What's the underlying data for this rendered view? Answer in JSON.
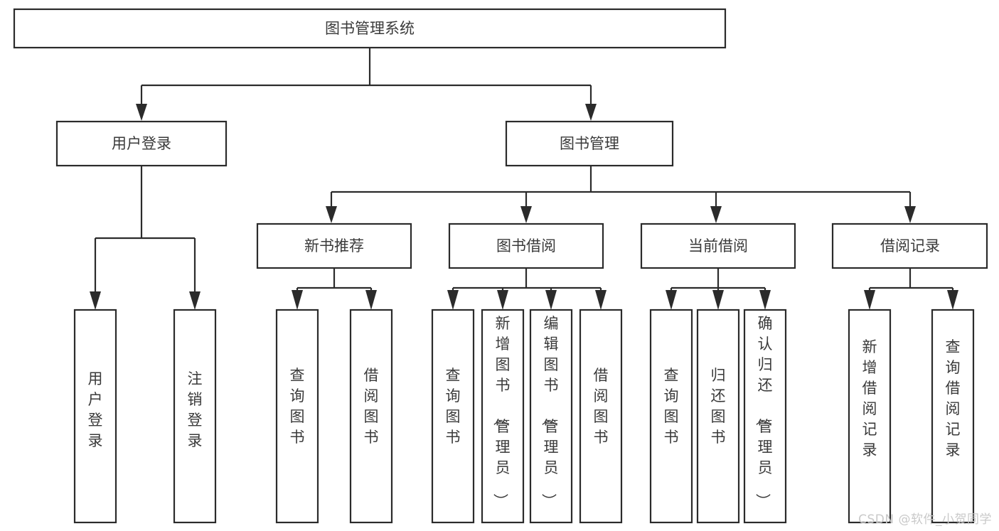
{
  "diagram": {
    "title": "图书管理系统",
    "type": "tree-hierarchy",
    "root": {
      "id": "root",
      "label": "图书管理系统",
      "orientation": "horizontal"
    },
    "level1": [
      {
        "id": "user-login",
        "label": "用户登录",
        "orientation": "horizontal"
      },
      {
        "id": "book-management",
        "label": "图书管理",
        "orientation": "horizontal"
      }
    ],
    "level2": [
      {
        "id": "new-book-recommend",
        "label": "新书推荐",
        "orientation": "horizontal",
        "parent": "book-management"
      },
      {
        "id": "book-borrow",
        "label": "图书借阅",
        "orientation": "horizontal",
        "parent": "book-management"
      },
      {
        "id": "current-borrow",
        "label": "当前借阅",
        "orientation": "horizontal",
        "parent": "book-management"
      },
      {
        "id": "borrow-record",
        "label": "借阅记录",
        "orientation": "horizontal",
        "parent": "book-management"
      }
    ],
    "leaves": [
      {
        "id": "leaf-user-login",
        "label": "用户登录",
        "orientation": "vertical",
        "parent": "user-login"
      },
      {
        "id": "leaf-user-logout",
        "label": "注销登录",
        "orientation": "vertical",
        "parent": "user-login"
      },
      {
        "id": "leaf-query-book-1",
        "label": "查询图书",
        "orientation": "vertical",
        "parent": "new-book-recommend"
      },
      {
        "id": "leaf-borrow-book-1",
        "label": "借阅图书",
        "orientation": "vertical",
        "parent": "new-book-recommend"
      },
      {
        "id": "leaf-query-book-2",
        "label": "查询图书",
        "orientation": "vertical",
        "parent": "book-borrow"
      },
      {
        "id": "leaf-add-book",
        "label": "新增图书（管理员）",
        "orientation": "vertical",
        "parent": "book-borrow"
      },
      {
        "id": "leaf-edit-book",
        "label": "编辑图书（管理员）",
        "orientation": "vertical",
        "parent": "book-borrow"
      },
      {
        "id": "leaf-borrow-book-2",
        "label": "借阅图书",
        "orientation": "vertical",
        "parent": "book-borrow"
      },
      {
        "id": "leaf-query-book-3",
        "label": "查询图书",
        "orientation": "vertical",
        "parent": "current-borrow"
      },
      {
        "id": "leaf-return-book",
        "label": "归还图书",
        "orientation": "vertical",
        "parent": "current-borrow"
      },
      {
        "id": "leaf-confirm-return",
        "label": "确认归还（管理员）",
        "orientation": "vertical",
        "parent": "current-borrow"
      },
      {
        "id": "leaf-add-record",
        "label": "新增借阅记录",
        "orientation": "vertical",
        "parent": "borrow-record"
      },
      {
        "id": "leaf-query-record",
        "label": "查询借阅记录",
        "orientation": "vertical",
        "parent": "borrow-record"
      }
    ]
  },
  "watermark": {
    "text": "CSDN @软件_小贺同学"
  },
  "colors": {
    "box_stroke": "#2b2b2b",
    "box_fill": "#ffffff",
    "text": "#3a3a3a",
    "connector": "#2b2b2b",
    "watermark": "#c9c9c9",
    "background": "#ffffff"
  }
}
